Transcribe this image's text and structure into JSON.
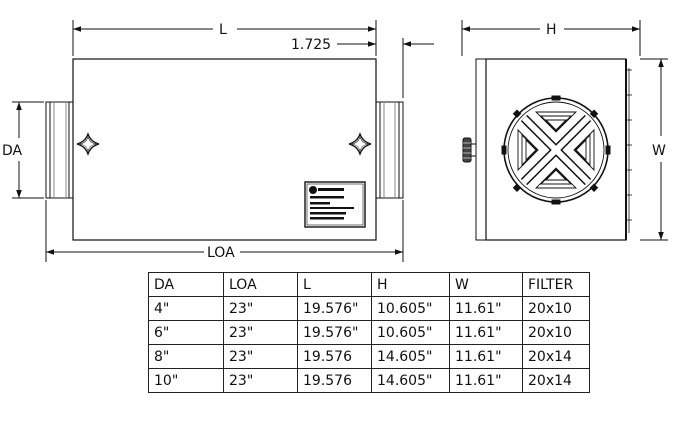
{
  "drawing": {
    "dimension_labels": {
      "L": "L",
      "offset": "1.725",
      "DA": "DA",
      "LOA": "LOA",
      "H": "H",
      "W": "W"
    },
    "nameplate_lines": [
      "",
      "",
      "",
      "",
      ""
    ]
  },
  "spec_table": {
    "headers": [
      "DA",
      "LOA",
      "L",
      "H",
      "W",
      "FILTER"
    ],
    "rows": [
      [
        "4\"",
        "23\"",
        "19.576\"",
        "10.605\"",
        "11.61\"",
        "20x10"
      ],
      [
        "6\"",
        "23\"",
        "19.576\"",
        "10.605\"",
        "11.61\"",
        "20x10"
      ],
      [
        "8\"",
        "23\"",
        "19.576",
        "14.605\"",
        "11.61\"",
        "20x14"
      ],
      [
        "10\"",
        "23\"",
        "19.576",
        "14.605\"",
        "11.61\"",
        "20x14"
      ]
    ]
  }
}
